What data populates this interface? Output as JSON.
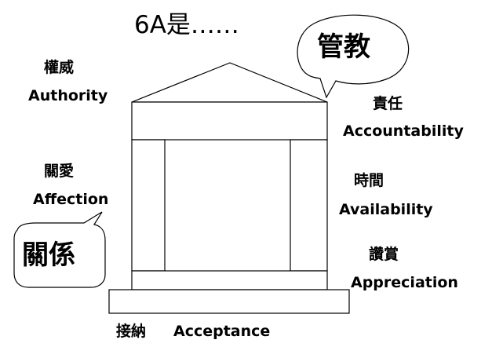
{
  "title": "6A是……",
  "speech_bubbles": {
    "top": "管教",
    "left": "關係"
  },
  "labels": {
    "authority_zh": "權威",
    "authority_en": "Authority",
    "accountability_zh": "責任",
    "accountability_en": "Accountability",
    "affection_zh": "關愛",
    "affection_en": "Affection",
    "availability_zh": "時間",
    "availability_en": "Availability",
    "appreciation_zh": "讚賞",
    "appreciation_en": "Appreciation",
    "acceptance_zh": "接納",
    "acceptance_en": "Acceptance"
  }
}
